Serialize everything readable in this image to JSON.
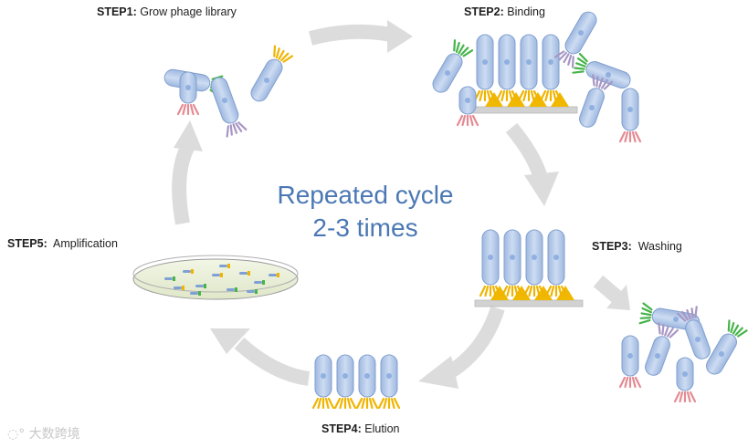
{
  "steps": {
    "step1": {
      "prefix": "STEP1:",
      "text": "Grow phage library"
    },
    "step2": {
      "prefix": "STEP2:",
      "text": "Binding"
    },
    "step3": {
      "prefix": "STEP3:",
      "text": "Washing"
    },
    "step4": {
      "prefix": "STEP4:",
      "text": "Elution"
    },
    "step5": {
      "prefix": "STEP5:",
      "text": "Amplification"
    }
  },
  "center": {
    "line1": "Repeated cycle",
    "line2": "2-3 times"
  },
  "watermark": "大数跨境",
  "colors": {
    "arrow": "#dcdcdc",
    "phage_body": "#b7cbe9",
    "phage_edge": "#7f9fcf",
    "antigen": "#f1b800",
    "plate": "#d2d2d2",
    "tail_green": "#46b44a",
    "tail_yellow": "#f0b400",
    "tail_purple": "#a796c4",
    "tail_pink": "#e48a92",
    "center_text": "#4b78b4"
  }
}
